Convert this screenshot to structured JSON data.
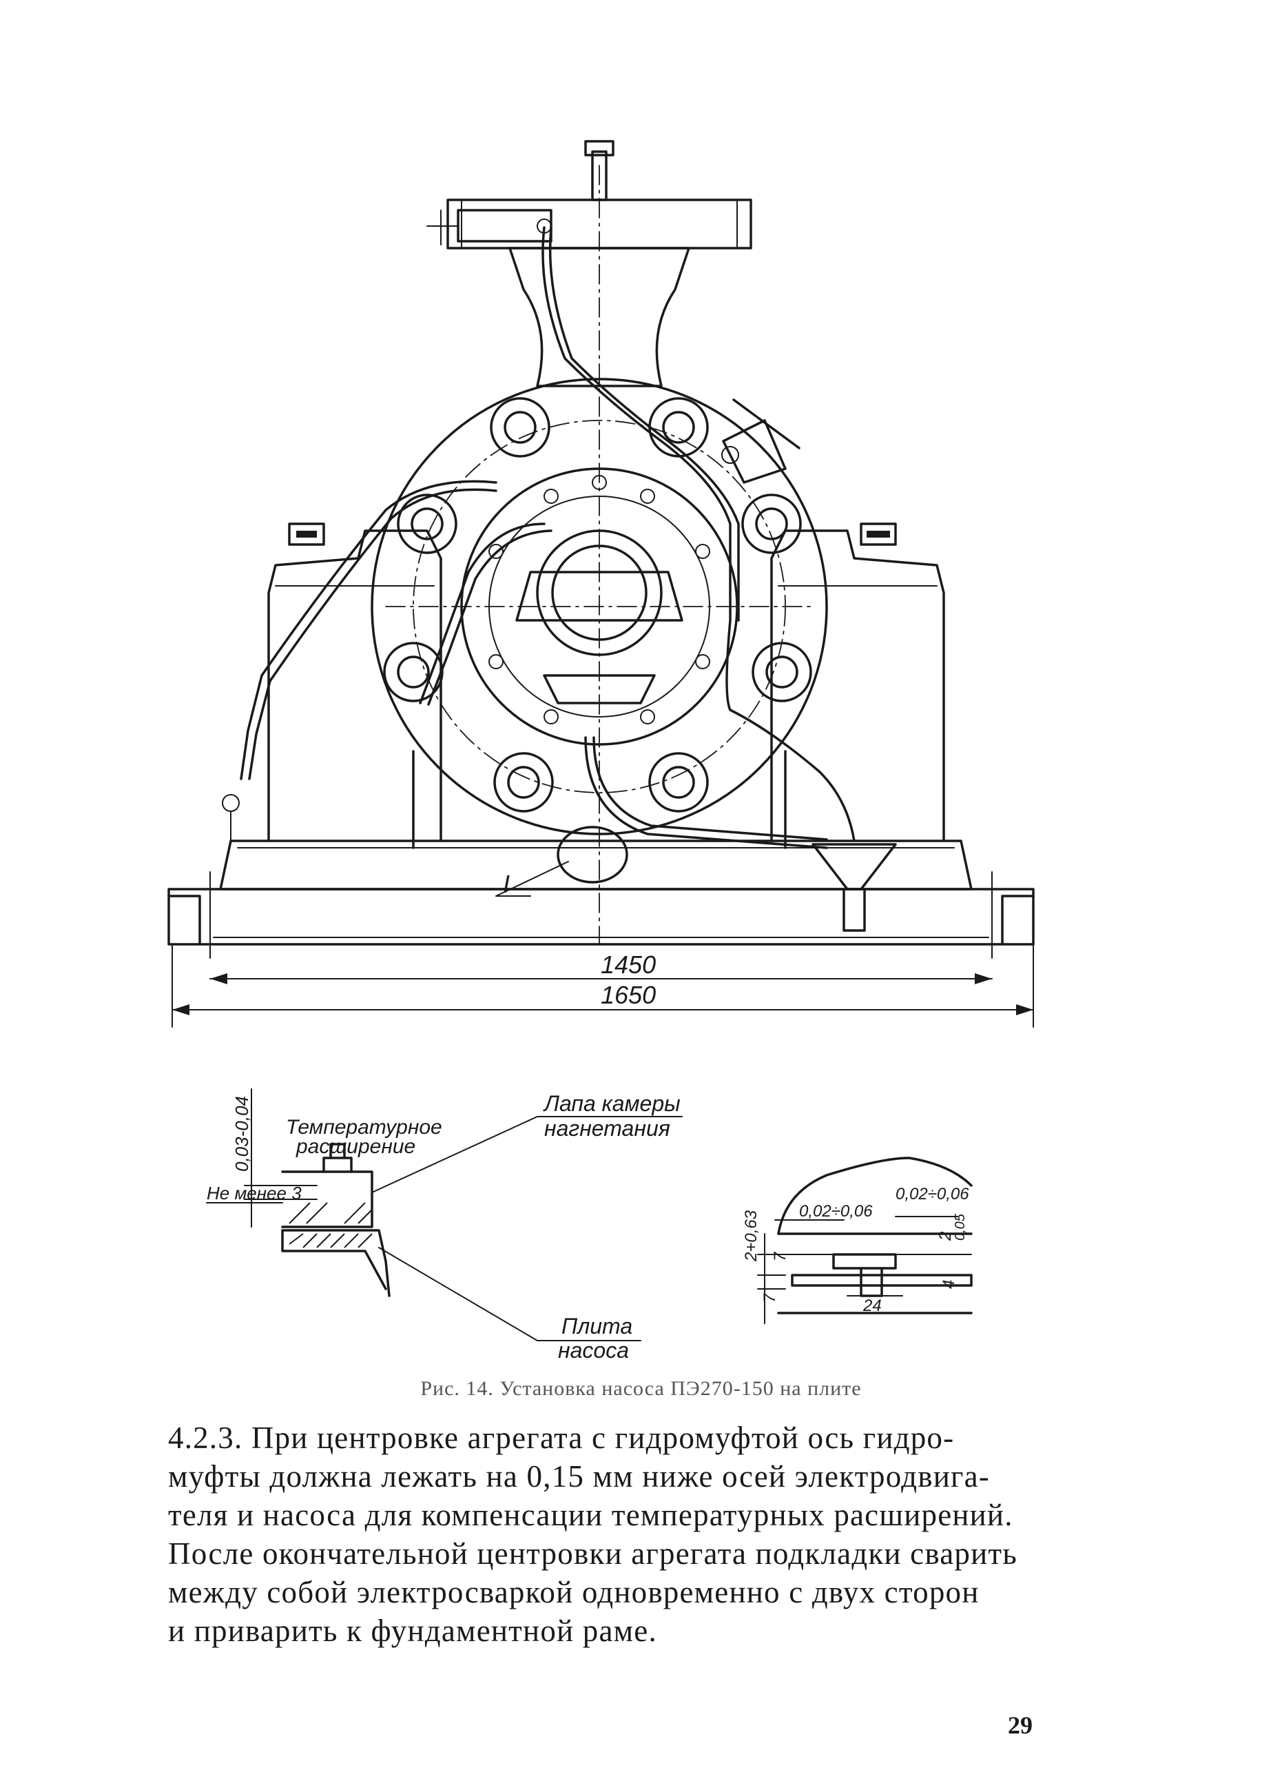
{
  "figure": {
    "dimensions": {
      "inner": "1450",
      "outer": "1650"
    },
    "section_mark": "I",
    "detail_left": {
      "label_thermal_line1": "Температурное",
      "label_thermal_line2": "расширение",
      "tolerance_vertical": "0,03-0,04",
      "label_min": "Не менее 3",
      "label_paw_line1": "Лапа камеры",
      "label_paw_line2": "нагнетания",
      "label_plate_line1": "Плита",
      "label_plate_line2": "насоса"
    },
    "detail_right": {
      "tol_top": "0,02÷0,06",
      "tol_mid": "0,02÷0,06",
      "dim_vert_left": "2+0,63",
      "dim_7a": "7",
      "dim_7b": "7",
      "dim_24": "24",
      "dim_right_a": "2",
      "dim_right_b": "0,05",
      "dim_right_c": "4"
    },
    "caption": "Рис. 14. Установка насоса ПЭ270-150 на плите"
  },
  "body": {
    "paragraph_lines": [
      "4.2.3. При центровке агрегата с гидромуфтой ось гидро-",
      "муфты должна лежать на 0,15 мм ниже осей электродвига-",
      "теля и насоса для компенсации температурных расширений.",
      "После окончательной центровки агрегата подкладки сварить",
      "между собой электросваркой одновременно  с  двух сторон",
      "и приварить к фундаментной раме."
    ],
    "page_number": "29"
  }
}
